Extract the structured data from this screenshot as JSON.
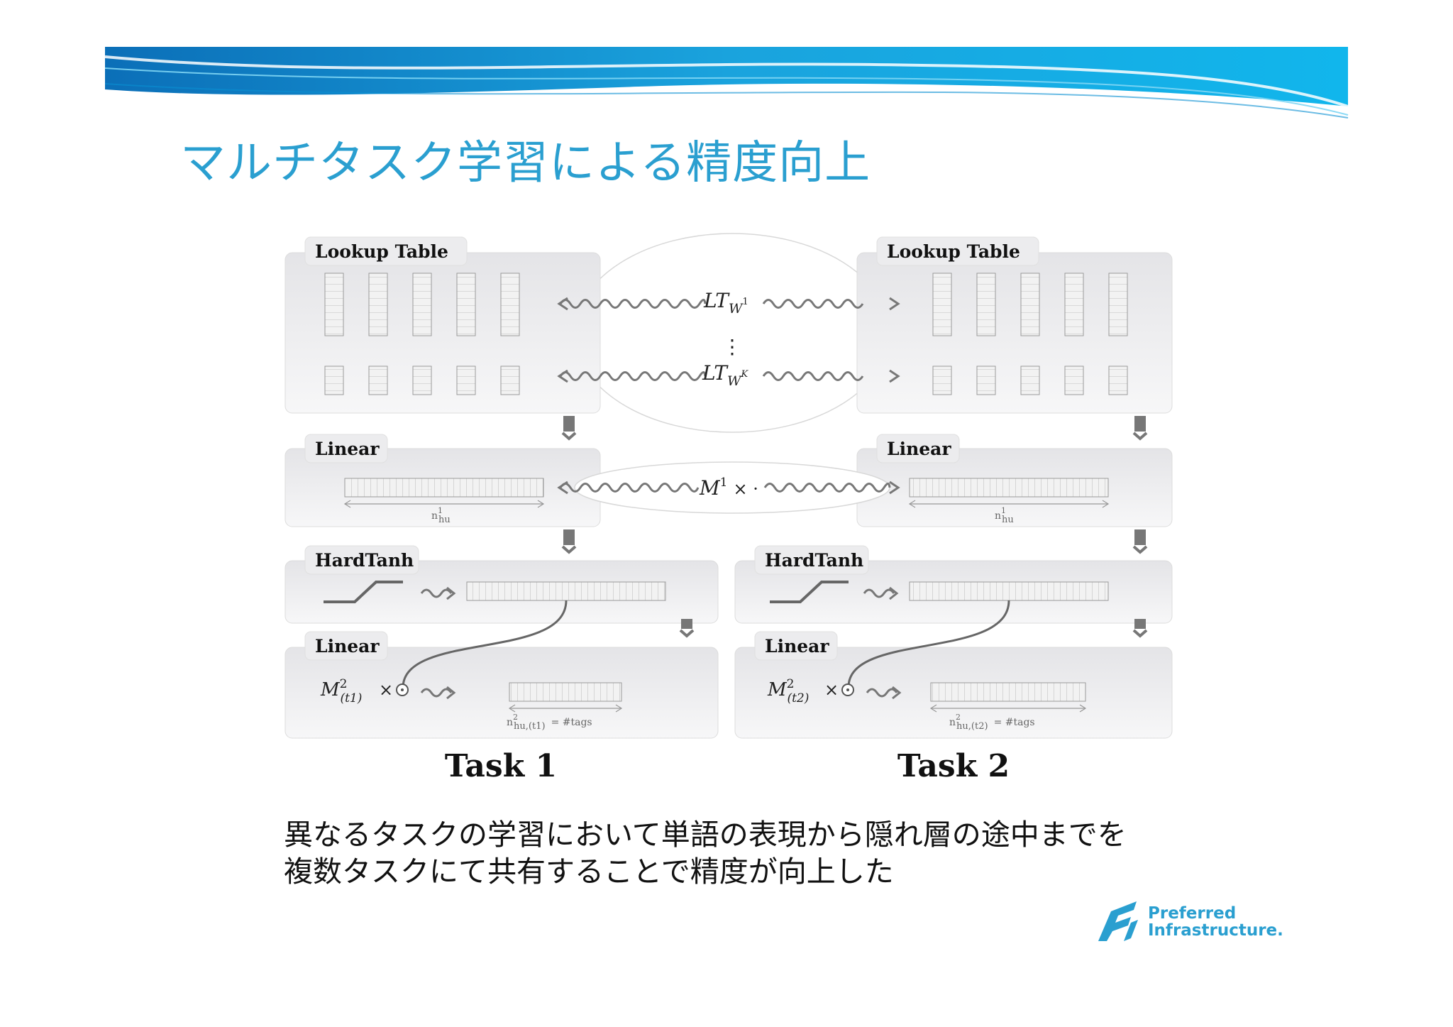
{
  "slide": {
    "title": "マルチタスク学習による精度向上",
    "caption_lines": [
      "異なるタスクの学習において単語の表現から隠れ層の途中までを",
      "複数タスクにて共有することで精度が向上した"
    ]
  },
  "diagram": {
    "task1": {
      "label": "Task 1",
      "lookup_title": "Lookup Table",
      "linear1_title": "Linear",
      "linear1_dim_base": "n",
      "linear1_dim_sup": "1",
      "linear1_dim_sub": "hu",
      "hardtanh_title": "HardTanh",
      "linear2_title": "Linear",
      "linear2_matrix_base": "M",
      "linear2_matrix_sup": "2",
      "linear2_matrix_sub": "(t1)",
      "linear2_dim_base": "n",
      "linear2_dim_sup": "2",
      "linear2_dim_sub": "hu,(t1)",
      "linear2_dim_eq": "= #tags"
    },
    "task2": {
      "label": "Task 2",
      "lookup_title": "Lookup Table",
      "linear1_title": "Linear",
      "linear1_dim_base": "n",
      "linear1_dim_sup": "1",
      "linear1_dim_sub": "hu",
      "hardtanh_title": "HardTanh",
      "linear2_title": "Linear",
      "linear2_matrix_base": "M",
      "linear2_matrix_sub": "(t2)",
      "linear2_matrix_sup": "2",
      "linear2_dim_base": "n",
      "linear2_dim_sup": "2",
      "linear2_dim_sub": "hu,(t2)",
      "linear2_dim_eq": "= #tags"
    },
    "shared": {
      "lt_base": "LT",
      "lt_sub": "W",
      "lt1_sup": "1",
      "ltk_sup": "K",
      "ellipsis": "⋮",
      "m1_base": "M",
      "m1_sup": "1",
      "m1_times": "× ·"
    },
    "times_symbol": "×"
  },
  "logo": {
    "line1": "Preferred",
    "line2": "Infrastructure."
  },
  "colors": {
    "title": "#2a9fd0",
    "banner_dark": "#0a8fd2",
    "banner_light": "#5fd0f5",
    "panel_fill": "#f0f0f2",
    "arrow": "#777777"
  },
  "icons": [
    "wavy-double-arrow-icon",
    "down-arrow-icon",
    "squiggle-arrow-icon",
    "hardtanh-curve-icon",
    "circle-dot-icon",
    "preferred-infrastructure-logo-icon"
  ]
}
